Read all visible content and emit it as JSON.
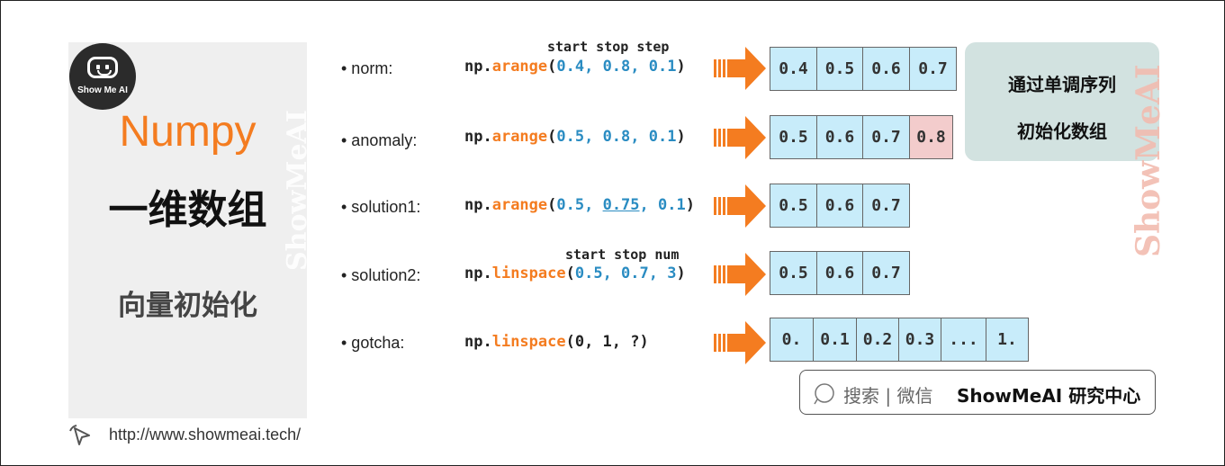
{
  "sidebar": {
    "logo_text": "Show Me AI",
    "title": "Numpy",
    "title_cn": "一维数组",
    "subtitle_cn": "向量初始化",
    "watermark": "ShowMeAI",
    "url": "http://www.showmeai.tech/"
  },
  "headers": {
    "arange": "start stop step",
    "linspace": "start stop num"
  },
  "rows": [
    {
      "label": "• norm:",
      "code": {
        "prefix": "np.",
        "fn": "arange",
        "open": "(",
        "args": "0.4, 0.8, 0.1",
        "close": ")"
      },
      "cells": [
        "0.4",
        "0.5",
        "0.6",
        "0.7"
      ]
    },
    {
      "label": "• anomaly:",
      "code": {
        "prefix": "np.",
        "fn": "arange",
        "open": "(",
        "args": "0.5, 0.8, 0.1",
        "close": ")"
      },
      "cells": [
        "0.5",
        "0.6",
        "0.7",
        "0.8"
      ],
      "highlight_last": true
    },
    {
      "label": "• solution1:",
      "code": {
        "prefix": "np.",
        "fn": "arange",
        "open": "(",
        "arg1": "0.5, ",
        "arg2": "0.75",
        "arg3": ", 0.1",
        "close": ")"
      },
      "cells": [
        "0.5",
        "0.6",
        "0.7"
      ]
    },
    {
      "label": "• solution2:",
      "code": {
        "prefix": "np.",
        "fn": "linspace",
        "open": "(",
        "args": "0.5, 0.7, 3",
        "close": ")"
      },
      "cells": [
        "0.5",
        "0.6",
        "0.7"
      ]
    },
    {
      "label": "• gotcha:",
      "code": {
        "prefix": "np.",
        "fn": "linspace",
        "rest": "(0, 1, ?)"
      },
      "cells": [
        "0.",
        "0.1",
        "0.2",
        "0.3",
        "...",
        "1."
      ]
    }
  ],
  "callout": {
    "line1": "通过单调序列",
    "line2": "初始化数组",
    "watermark": "ShowMeAI"
  },
  "search": {
    "text": "搜索 | 微信",
    "brand": "ShowMeAI 研究中心"
  },
  "colors": {
    "accent_orange": "#f47c20",
    "number_blue": "#2a8cc2",
    "cell_blue": "#c8ecfa",
    "cell_red": "#f3cccc",
    "callout_bg": "#d2e2e0"
  }
}
